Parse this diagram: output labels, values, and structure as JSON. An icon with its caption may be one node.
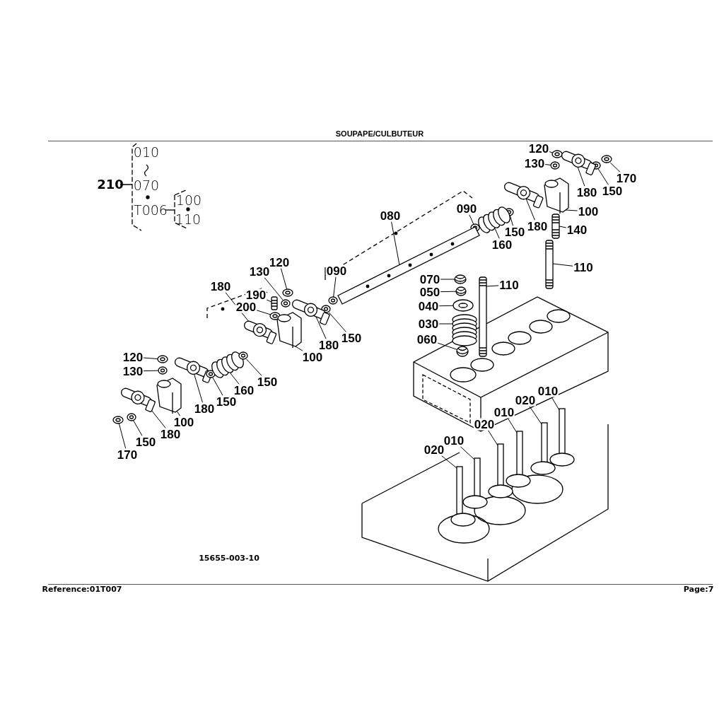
{
  "diagram": {
    "title": "SOUPAPE/CULBUTEUR",
    "nodes": [
      {
        "text": [
          "120"
        ]
      },
      {
        "text": [
          "130"
        ]
      },
      {
        "text": [
          "170"
        ]
      },
      {
        "text": [
          "150"
        ]
      },
      {
        "text": [
          "180"
        ]
      },
      {
        "text": [
          "100"
        ]
      },
      {
        "text": [
          "090"
        ]
      },
      {
        "text": [
          "080"
        ]
      },
      {
        "text": [
          "150"
        ]
      },
      {
        "text": [
          "180"
        ]
      },
      {
        "text": [
          "160"
        ]
      },
      {
        "text": [
          "140"
        ]
      },
      {
        "text": [
          "110"
        ]
      },
      {
        "text": [
          "120"
        ]
      },
      {
        "text": [
          "130"
        ]
      },
      {
        "text": [
          "180"
        ]
      },
      {
        "text": [
          "190"
        ]
      },
      {
        "text": [
          "200"
        ]
      },
      {
        "text": [
          "090"
        ]
      },
      {
        "text": [
          "150"
        ]
      },
      {
        "text": [
          "180"
        ]
      },
      {
        "text": [
          "100"
        ]
      },
      {
        "text": [
          "070"
        ]
      },
      {
        "text": [
          "050"
        ]
      },
      {
        "text": [
          "110"
        ]
      },
      {
        "text": [
          "040"
        ]
      },
      {
        "text": [
          "030"
        ]
      },
      {
        "text": [
          "060"
        ]
      },
      {
        "text": [
          "120"
        ]
      },
      {
        "text": [
          "130"
        ]
      },
      {
        "text": [
          "180"
        ]
      },
      {
        "text": [
          "150"
        ]
      },
      {
        "text": [
          "160"
        ]
      },
      {
        "text": [
          "150"
        ]
      },
      {
        "text": [
          "100"
        ]
      },
      {
        "text": [
          "180"
        ]
      },
      {
        "text": [
          "150"
        ]
      },
      {
        "text": [
          "170"
        ]
      },
      {
        "text": [
          "020"
        ]
      },
      {
        "text": [
          "010"
        ]
      },
      {
        "text": [
          "020"
        ]
      },
      {
        "text": [
          "010"
        ]
      },
      {
        "text": [
          "020"
        ]
      },
      {
        "text": [
          "010"
        ]
      },
      {
        "text": [],
        "shape": "picture"
      },
      {
        "text": [],
        "shape": "picture"
      },
      {
        "text": [],
        "shape": "picture"
      },
      {
        "text": [],
        "shape": "picture"
      },
      {
        "text": [],
        "shape": "picture"
      },
      {
        "text": [],
        "shape": "picture"
      },
      {
        "text": [],
        "shape": "picture"
      },
      {
        "text": [],
        "shape": "picture"
      },
      {
        "text": [],
        "shape": "picture"
      },
      {
        "text": [],
        "shape": "picture"
      },
      {
        "text": [],
        "shape": "picture"
      },
      {
        "text": [],
        "shape": "picture"
      },
      {
        "text": [],
        "shape": "picture"
      },
      {
        "text": [],
        "shape": "picture"
      },
      {
        "text": [],
        "shape": "picture"
      },
      {
        "text": [],
        "shape": "picture"
      },
      {
        "text": [],
        "shape": "picture"
      },
      {
        "text": [],
        "shape": "picture"
      },
      {
        "text": [],
        "shape": "picture"
      },
      {
        "text": [],
        "shape": "picture"
      },
      {
        "text": [],
        "shape": "picture"
      },
      {
        "text": [],
        "shape": "picture"
      },
      {
        "text": [],
        "shape": "picture"
      },
      {
        "text": [],
        "shape": "picture"
      },
      {
        "text": [],
        "shape": "picture"
      },
      {
        "text": [],
        "shape": "picture"
      },
      {
        "text": [],
        "shape": "picture"
      },
      {
        "text": [],
        "shape": "picture"
      },
      {
        "text": [],
        "shape": "picture"
      },
      {
        "text": [],
        "shape": "picture"
      },
      {
        "text": [],
        "shape": "picture"
      },
      {
        "text": [],
        "shape": "picture"
      },
      {
        "text": [],
        "shape": "picture"
      },
      {
        "text": [],
        "shape": "picture"
      },
      {
        "text": [],
        "shape": "picture"
      },
      {
        "text": [],
        "shape": "picture"
      },
      {
        "text": [],
        "shape": "picture"
      },
      {
        "text": [],
        "shape": "picture"
      },
      {
        "text": [],
        "shape": "picture"
      },
      {
        "text": [],
        "shape": "picture"
      },
      {
        "text": [],
        "shape": "picture"
      },
      {
        "text": [],
        "shape": "picture"
      },
      {
        "text": [],
        "shape": "picture"
      },
      {
        "text": [],
        "shape": "picture"
      }
    ],
    "edges": [
      {
        "from": 0,
        "to": 44,
        "arrow": "none"
      },
      {
        "from": 1,
        "to": 45,
        "arrow": "none"
      },
      {
        "from": 2,
        "to": 46,
        "arrow": "none"
      },
      {
        "from": 3,
        "to": 47,
        "arrow": "none"
      },
      {
        "from": 4,
        "to": 48,
        "arrow": "none"
      },
      {
        "from": 5,
        "to": 49,
        "arrow": "none"
      },
      {
        "from": 6,
        "to": 50,
        "arrow": "none"
      },
      {
        "from": 7,
        "to": 51,
        "arrow": "none"
      },
      {
        "from": 8,
        "to": 52,
        "arrow": "none"
      },
      {
        "from": 9,
        "to": 53,
        "arrow": "none"
      },
      {
        "from": 10,
        "to": 54,
        "arrow": "none"
      },
      {
        "from": 11,
        "to": 55,
        "arrow": "none"
      },
      {
        "from": 12,
        "to": 56,
        "arrow": "none"
      },
      {
        "from": 13,
        "to": 57,
        "arrow": "none"
      },
      {
        "from": 14,
        "to": 58,
        "arrow": "none"
      },
      {
        "from": 15,
        "to": 59,
        "arrow": "none"
      },
      {
        "from": 16,
        "to": 60,
        "arrow": "none"
      },
      {
        "from": 17,
        "to": 61,
        "arrow": "none"
      },
      {
        "from": 18,
        "to": 62,
        "arrow": "none"
      },
      {
        "from": 19,
        "to": 63,
        "arrow": "none"
      },
      {
        "from": 20,
        "to": 64,
        "arrow": "none"
      },
      {
        "from": 21,
        "to": 65,
        "arrow": "none"
      },
      {
        "from": 22,
        "to": 66,
        "arrow": "none"
      },
      {
        "from": 23,
        "to": 67,
        "arrow": "none"
      },
      {
        "from": 24,
        "to": 68,
        "arrow": "none"
      },
      {
        "from": 25,
        "to": 69,
        "arrow": "none"
      },
      {
        "from": 26,
        "to": 70,
        "arrow": "none"
      },
      {
        "from": 27,
        "to": 71,
        "arrow": "none"
      },
      {
        "from": 28,
        "to": 72,
        "arrow": "none"
      },
      {
        "from": 29,
        "to": 73,
        "arrow": "none"
      },
      {
        "from": 30,
        "to": 74,
        "arrow": "none"
      },
      {
        "from": 31,
        "to": 75,
        "arrow": "none"
      },
      {
        "from": 32,
        "to": 76,
        "arrow": "none"
      },
      {
        "from": 33,
        "to": 77,
        "arrow": "none"
      },
      {
        "from": 34,
        "to": 78,
        "arrow": "none"
      },
      {
        "from": 35,
        "to": 79,
        "arrow": "none"
      },
      {
        "from": 36,
        "to": 80,
        "arrow": "none"
      },
      {
        "from": 37,
        "to": 81,
        "arrow": "none"
      },
      {
        "from": 38,
        "to": 82,
        "arrow": "none"
      },
      {
        "from": 39,
        "to": 83,
        "arrow": "none"
      },
      {
        "from": 40,
        "to": 84,
        "arrow": "none"
      },
      {
        "from": 41,
        "to": 85,
        "arrow": "none"
      },
      {
        "from": 42,
        "to": 86,
        "arrow": "none"
      },
      {
        "from": 43,
        "to": 87,
        "arrow": "none"
      }
    ],
    "labels": [
      "010",
      "210",
      "070",
      "T006",
      "100",
      "110",
      "15655-003-10",
      "Reference:01T007",
      "Page:7"
    ]
  }
}
